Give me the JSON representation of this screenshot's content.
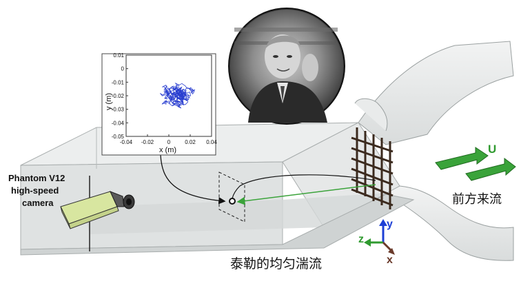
{
  "camera_label": [
    "Phantom V12",
    "high-speed",
    "camera"
  ],
  "flow_label": "前方来流",
  "caption": "泰勒的均匀湍流",
  "velocity_label": "U",
  "axes": {
    "x": "x",
    "y": "y",
    "z": "z"
  },
  "inset_plot": {
    "x_label": "x (m)",
    "y_label": "y (m)",
    "x_ticks": [
      "-0.04",
      "-0.02",
      "0",
      "0.02",
      "0.04"
    ],
    "y_ticks": [
      "0.01",
      "0",
      "-0.01",
      "-0.02",
      "-0.03",
      "-0.04",
      "-0.05"
    ]
  },
  "colors": {
    "tunnel_fill": "#dfe2e2",
    "trajectory": "#2a3fd0",
    "arrow_green": "#3aa33a",
    "camera_body": "#d8e6a0",
    "grid_brown": "#3b2a1e",
    "axis_y": "#1d3fd6",
    "axis_z": "#2f9a2f",
    "axis_x": "#6a3a2a"
  },
  "icons": [
    "portrait-photo",
    "camera-icon",
    "turbulence-grid",
    "coordinate-axes-icon"
  ]
}
